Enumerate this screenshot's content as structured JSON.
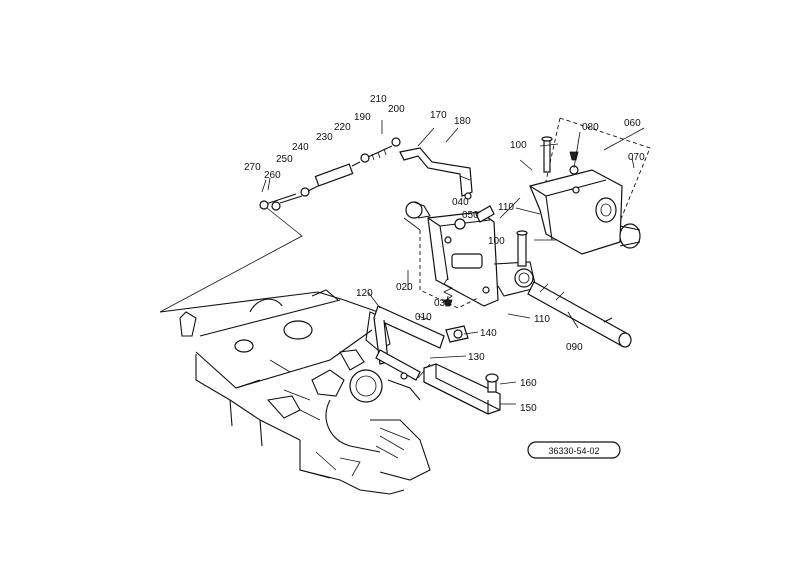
{
  "diagram": {
    "part_numbers": [
      "010",
      "020",
      "030",
      "040",
      "050",
      "060",
      "070",
      "080",
      "090",
      "100",
      "100",
      "110",
      "110",
      "120",
      "130",
      "140",
      "150",
      "160",
      "170",
      "180",
      "190",
      "200",
      "210",
      "220",
      "230",
      "240",
      "250",
      "260",
      "270"
    ],
    "figure_code": "36330-54-02"
  },
  "colors": {
    "ink": "#111111",
    "paper": "#ffffff"
  }
}
